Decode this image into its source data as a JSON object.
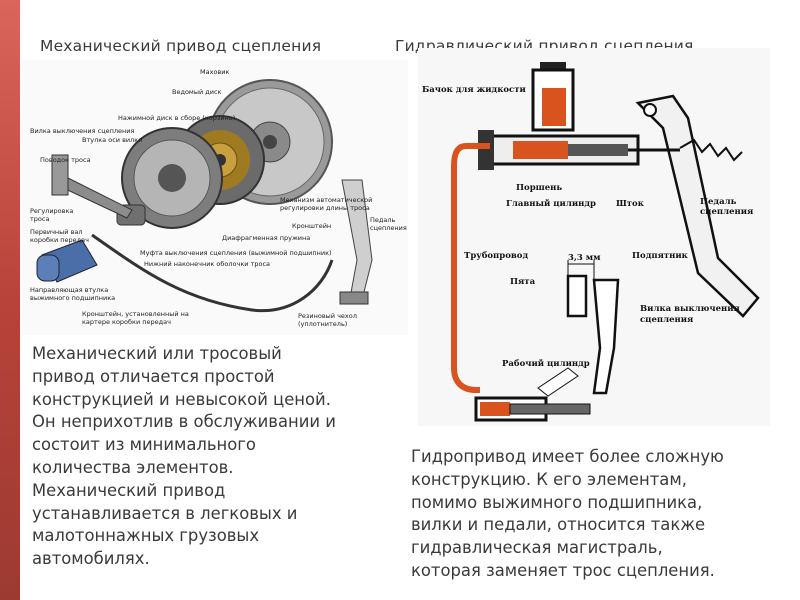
{
  "titles": {
    "mechanical": "Механический привод сцепления",
    "hydraulic": "Гидравлический привод сцепления"
  },
  "mechanical_diagram_labels": {
    "flywheel": "Маховик",
    "driven_disc": "Ведомый диск",
    "pressure_plate": "Нажимной диск в сборе (корзина)",
    "release_fork": "Вилка выключения сцепления",
    "fork_bushing": "Втулка оси вилки",
    "fork_lever": "Поводок троса",
    "cable_adjust_1": "Регулировка",
    "cable_adjust_2": "троса",
    "input_shaft_1": "Первичный вал",
    "input_shaft_2": "коробки передач",
    "auto_adjust_1": "Механизм автоматической",
    "auto_adjust_2": "регулировки длины троса",
    "bracket": "Кронштейн",
    "pedal_1": "Педаль",
    "pedal_2": "сцепления",
    "diaphragm": "Диафрагменная пружина",
    "release_sleeve": "Муфта выключения сцепления (выжимной подшипник)",
    "lower_tip": "Нижний наконечник оболочки троса",
    "guide_1": "Направляющая втулка",
    "guide_2": "выжимного подшипника",
    "gearbox_bracket_1": "Кронштейн, установленный на",
    "gearbox_bracket_2": "картере коробки передач",
    "boot_1": "Резиновый чехол",
    "boot_2": "(уплотнитель)"
  },
  "hydraulic_diagram_labels": {
    "reservoir": "Бачок для жидкости",
    "piston": "Поршень",
    "master_cylinder": "Главный цилиндр",
    "rod": "Шток",
    "pedal_1": "Педаль",
    "pedal_2": "сцепления",
    "pipeline": "Трубопровод",
    "gap": "3,3 мм",
    "thrust": "Подпятник",
    "heel": "Пята",
    "fork_1": "Вилка выключения",
    "fork_2": "сцепления",
    "slave_cylinder": "Рабочий цилиндр"
  },
  "texts": {
    "mechanical": "Механический или тросовый\nпривод отличается простой\nконструкцией и невысокой ценой.\nОн неприхотлив в обслуживании и\nсостоит из минимального\nколичества элементов.\nМеханический привод\nустанавливается в легковых и\nмалотоннажных грузовых\nавтомобилях.",
    "hydraulic": "Гидропривод имеет более сложную\nконструкцию. К его элементам,\nпомимо выжимного подшипника,\nвилки и педали, относится также\nгидравлическая магистраль,\nкоторая заменяет трос сцепления."
  },
  "colors": {
    "accent_bar": "#b8433a",
    "fluid": "#d9531e",
    "text": "#3a3a3a"
  }
}
